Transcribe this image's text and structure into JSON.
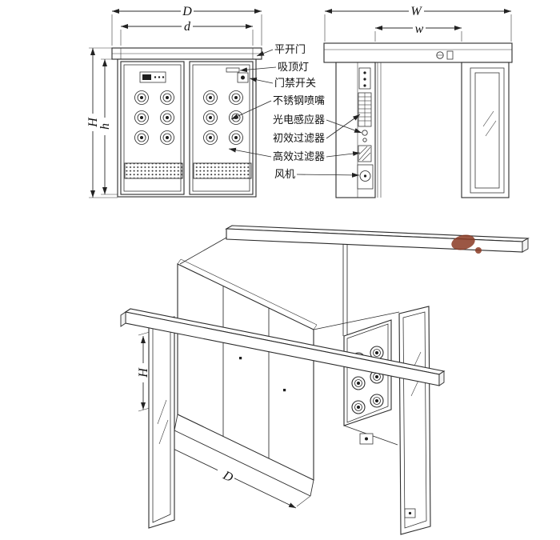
{
  "figure": {
    "front_view": {
      "dims": {
        "outer_width": "D",
        "inner_width": "d",
        "outer_height": "H",
        "inner_height": "h"
      }
    },
    "side_view": {
      "dims": {
        "outer_width": "W",
        "inner_width": "w"
      }
    },
    "callouts": [
      {
        "id": "swing-door",
        "label": "平开门"
      },
      {
        "id": "ceiling-lamp",
        "label": "吸顶灯"
      },
      {
        "id": "door-interlock-switch",
        "label": "门禁开关"
      },
      {
        "id": "stainless-nozzle",
        "label": "不锈钢喷嘴"
      },
      {
        "id": "photo-sensor",
        "label": "光电感应器"
      },
      {
        "id": "primary-filter",
        "label": "初效过滤器"
      },
      {
        "id": "hepa-filter",
        "label": "高效过滤器"
      },
      {
        "id": "fan",
        "label": "风机"
      }
    ],
    "iso_view": {
      "dims": {
        "height": "H",
        "depth": "D"
      }
    },
    "colors": {
      "line": "#2b2b2b",
      "stain": "#8a3a24"
    }
  }
}
